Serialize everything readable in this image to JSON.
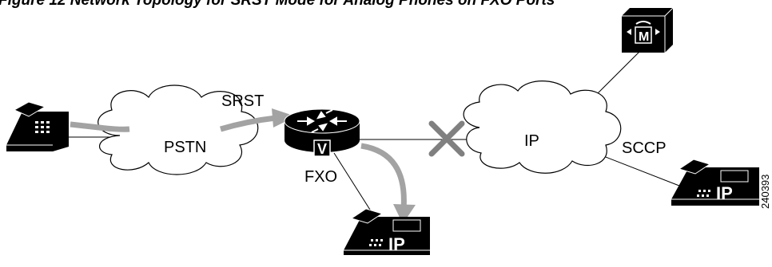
{
  "header": {
    "caption": "Figure 12  Network Topology for SRST Mode for Analog Phones on FXO Ports"
  },
  "labels": {
    "pstn": "PSTN",
    "ip_cloud": "IP",
    "srst": "SRST",
    "fxo": "FXO",
    "sccp": "SCCP",
    "router_badge": "V",
    "ip_phone_badge_1": "IP",
    "ip_phone_badge_2": "IP",
    "call_manager_badge": "M",
    "figure_id": "240393"
  },
  "colors": {
    "arrow": "#a3a3a3",
    "device": "#000000",
    "cloud_fill": "#ffffff"
  },
  "icons": [
    "analog-phone-icon",
    "cloud-icon",
    "router-icon",
    "x-mark-icon",
    "ip-phone-icon",
    "call-manager-icon"
  ]
}
